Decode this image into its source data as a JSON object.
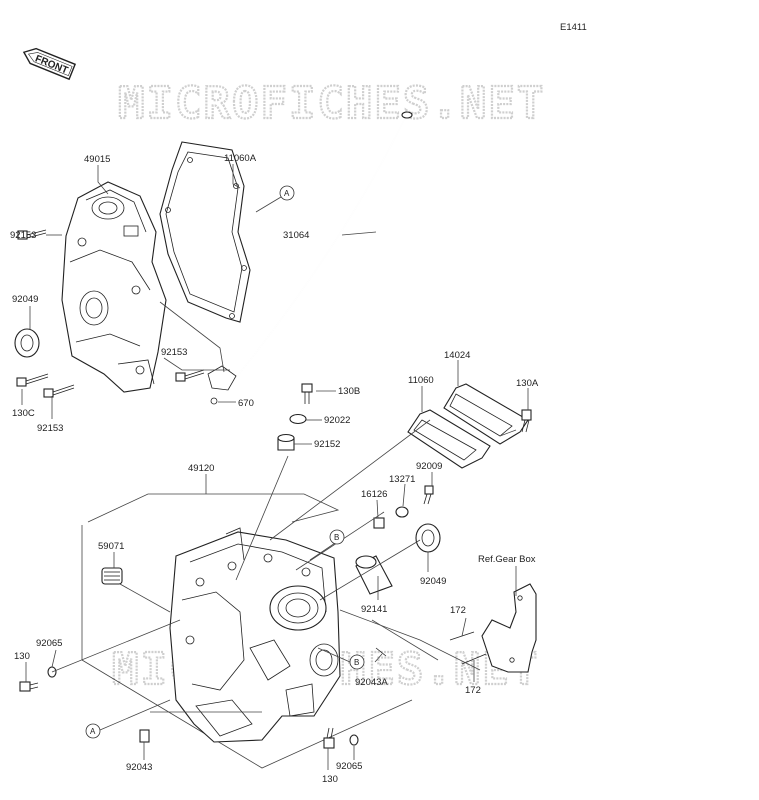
{
  "diagram_code": "E1411",
  "front_arrow_text": "FRONT",
  "watermark_text": "MICROFICHES.NET",
  "ref_label": "Ref.Gear Box",
  "callout_a": "A",
  "callout_b": "B",
  "parts": {
    "p49015": "49015",
    "p11060A": "11060A",
    "p92153a": "92153",
    "p92049a": "92049",
    "p31064": "31064",
    "p92153b": "92153",
    "p130C": "130C",
    "p92153c": "92153",
    "p670": "670",
    "p14024": "14024",
    "p11060": "11060",
    "p130A": "130A",
    "p130B": "130B",
    "p92022": "92022",
    "p92152": "92152",
    "p92009": "92009",
    "p13271": "13271",
    "p16126": "16126",
    "p49120": "49120",
    "p59071": "59071",
    "p92049b": "92049",
    "p92141": "92141",
    "p172a": "172",
    "p172b": "172",
    "p92065a": "92065",
    "p130a": "130",
    "p92043A": "92043A",
    "p92043": "92043",
    "p130b": "130",
    "p92065b": "92065"
  }
}
